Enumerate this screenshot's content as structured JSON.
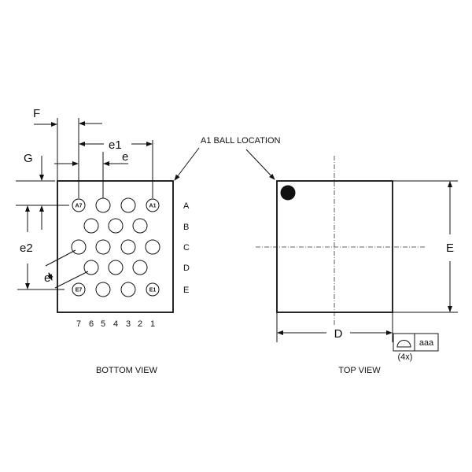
{
  "bottom_view": {
    "title": "BOTTOM VIEW",
    "dims": {
      "F": "F",
      "G": "G",
      "e1": "e1",
      "e_top": "e",
      "e2": "e2",
      "e_diag": "e"
    },
    "row_labels": [
      "A",
      "B",
      "C",
      "D",
      "E"
    ],
    "column_labels": [
      "7",
      "6",
      "5",
      "4",
      "3",
      "2",
      "1"
    ],
    "ball_labels": {
      "A7": "A7",
      "A1": "A1",
      "E7": "E7",
      "E1": "E1"
    }
  },
  "annotation": {
    "a1_ball_location": "A1 BALL LOCATION"
  },
  "top_view": {
    "title": "TOP VIEW",
    "dims": {
      "D": "D",
      "E": "E"
    },
    "tolerance": {
      "value": "aaa",
      "count": "(4x)",
      "symbol": "profile-of-surface-icon"
    }
  }
}
